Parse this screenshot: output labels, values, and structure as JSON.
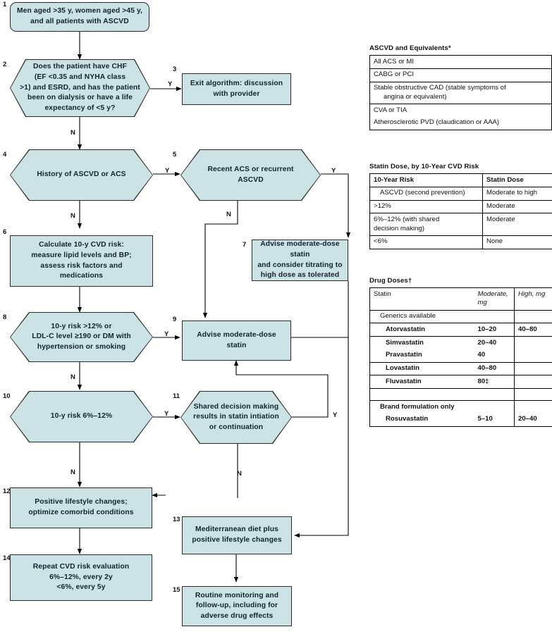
{
  "flow": {
    "nodes": [
      {
        "num": "1",
        "shape": "rect-round",
        "text": "Men aged >35 y, women aged >45 y,\nand all patients with ASCVD"
      },
      {
        "num": "2",
        "shape": "hex",
        "text": "Does the patient have CHF\n(EF <0.35 and NYHA class\n>1) and ESRD, and has the patient\nbeen on dialysis or have a life\nexpectancy of <5 y?"
      },
      {
        "num": "3",
        "shape": "rect",
        "text": "Exit algorithm: discussion\nwith provider"
      },
      {
        "num": "4",
        "shape": "hex",
        "text": "History of ASCVD or ACS"
      },
      {
        "num": "5",
        "shape": "hex",
        "text": "Recent ACS or recurrent\nASCVD"
      },
      {
        "num": "6",
        "shape": "rect",
        "text": "Calculate 10-y CVD risk:\nmeasure lipid levels and BP;\nassess risk factors and\nmedications"
      },
      {
        "num": "7",
        "shape": "rect",
        "text": "Advise moderate-dose statin\nand consider titrating to\nhigh dose as tolerated"
      },
      {
        "num": "8",
        "shape": "hex",
        "text": "10-y risk >12% or\nLDL-C level ≥190 or DM with\nhypertension or smoking"
      },
      {
        "num": "9",
        "shape": "rect",
        "text": "Advise moderate-dose statin"
      },
      {
        "num": "10",
        "shape": "hex",
        "text": "10-y risk 6%–12%"
      },
      {
        "num": "11",
        "shape": "hex",
        "text": "Shared decision making\nresults in statin intiation\nor continuation"
      },
      {
        "num": "12",
        "shape": "rect",
        "text": "Positive lifestyle changes;\noptimize comorbid conditions"
      },
      {
        "num": "13",
        "shape": "rect",
        "text": "Mediterranean diet plus\npositive lifestyle changes"
      },
      {
        "num": "14",
        "shape": "rect",
        "text": "Repeat CVD risk evaluation\n6%–12%, every 2y\n<6%, every 5y"
      },
      {
        "num": "15",
        "shape": "rect",
        "text": "Routine monitoring and\nfollow-up, including for\nadverse drug effects"
      }
    ],
    "branch_labels": {
      "n2_yes": "Y",
      "n2_no": "N",
      "n4_yes": "Y",
      "n4_no": "N",
      "n5_yes": "Y",
      "n5_no": "N",
      "n8_yes": "Y",
      "n8_no": "N",
      "n10_yes": "Y",
      "n10_no": "N",
      "n11_yes": "Y",
      "n11_no": "N"
    }
  },
  "tables": {
    "ascvd": {
      "title": "ASCVD and Equivalents*",
      "rows": [
        {
          "l1": "All ACS or MI"
        },
        {
          "l1": "CABG or PCI"
        },
        {
          "l1": "Stable obstructive CAD (stable symptoms of",
          "l2": "angina or equivalent)"
        },
        {
          "l1": "CVA or TIA"
        },
        {
          "l1": "Atherosclerotic PVD (claudication or AAA)"
        }
      ]
    },
    "statin_dose": {
      "title": "Statin Dose, by 10-Year CVD Risk",
      "headers": [
        "10-Year Risk",
        "Statin Dose"
      ],
      "rows": [
        {
          "risk": "ASCVD (second prevention)",
          "dose": "Moderate to high",
          "indent": 1
        },
        {
          "risk": ">12%",
          "dose": "Moderate",
          "indent": 0
        },
        {
          "risk": "6%–12% (with shared",
          "risk2": "decision making)",
          "dose": "Moderate",
          "indent": 0
        },
        {
          "risk": "<6%",
          "dose": "None",
          "indent": 0
        }
      ]
    },
    "drug_doses": {
      "title": "Drug Doses†",
      "headers": [
        "Statin",
        "Moderate, mg",
        "High, mg"
      ],
      "rows": [
        {
          "statin": "Generics available",
          "moderate": "",
          "high": "",
          "indent": 1
        },
        {
          "statin": "Atorvastatin",
          "moderate": "10–20",
          "high": "40–80",
          "indent": 2
        },
        {
          "statin": "Simvastatin",
          "moderate": "20–40",
          "high": "",
          "indent": 2
        },
        {
          "statin": "Pravastatin",
          "moderate": "40",
          "high": "",
          "indent": 2
        },
        {
          "statin": "Lovastatin",
          "moderate": "40–80",
          "high": "",
          "indent": 2
        },
        {
          "statin": "Fluvastatin",
          "moderate": "80‡",
          "high": "",
          "indent": 2
        },
        {
          "statin": "",
          "moderate": "",
          "high": "",
          "indent": 0
        },
        {
          "statin": "Brand formulation only",
          "moderate": "",
          "high": "",
          "indent": 1
        },
        {
          "statin": "Rosuvastatin",
          "moderate": "5–10",
          "high": "20–40",
          "indent": 2
        }
      ]
    }
  },
  "colors": {
    "node_fill": "#cce3e5",
    "node_stroke": "#2b2b2b",
    "text": "#11222e",
    "line": "#000000",
    "background": "#ffffff"
  }
}
